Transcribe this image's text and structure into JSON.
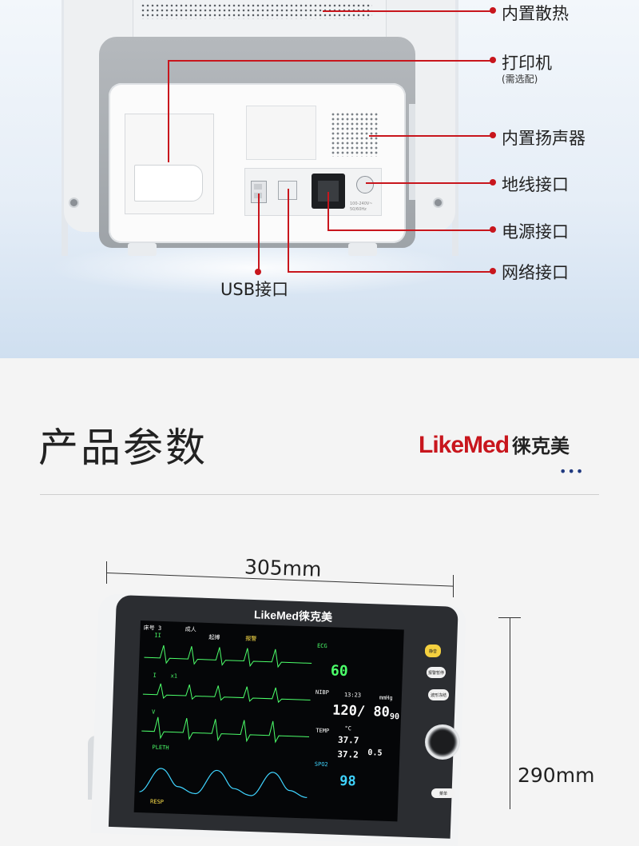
{
  "callouts": {
    "heat": "内置散热",
    "printer": "打印机",
    "printer_note": "(需选配)",
    "speaker": "内置扬声器",
    "ground": "地线接口",
    "power": "电源接口",
    "network": "网络接口",
    "usb": "USB接口"
  },
  "device_back": {
    "voltage": "100-240V~",
    "freq": "50/60Hz"
  },
  "section": {
    "title": "产品参数",
    "brand_en": "LikeMed",
    "brand_cn": "徕克美",
    "dots": "•••"
  },
  "dimensions": {
    "width": "305mm",
    "height": "290mm"
  },
  "monitor": {
    "brand": "LikeMed徕克美",
    "screen": {
      "bed": "床号 3",
      "adult": "成人",
      "pace": "起搏",
      "alarm": "报警",
      "ecg_label": "ECG",
      "lead_ii": "II",
      "lead_i": "I",
      "lead_v": "V",
      "x1": "x1",
      "hr": "60",
      "nibp_label": "NIBP",
      "time": "13:23",
      "unit_mmhg": "mmHg",
      "bp": "120/ 80",
      "map": "90",
      "temp_label": "TEMP",
      "temp_unit": "°C",
      "t1": "37.7",
      "t2": "37.2",
      "dt": "0.5",
      "spo2_label": "SPO2",
      "pleth": "PLETH",
      "resp": "RESP",
      "spo2": "98"
    },
    "buttons": {
      "silence": "静音",
      "alarm_pause": "报警暂停",
      "freeze": "波形冻结",
      "menu": "菜单"
    }
  }
}
